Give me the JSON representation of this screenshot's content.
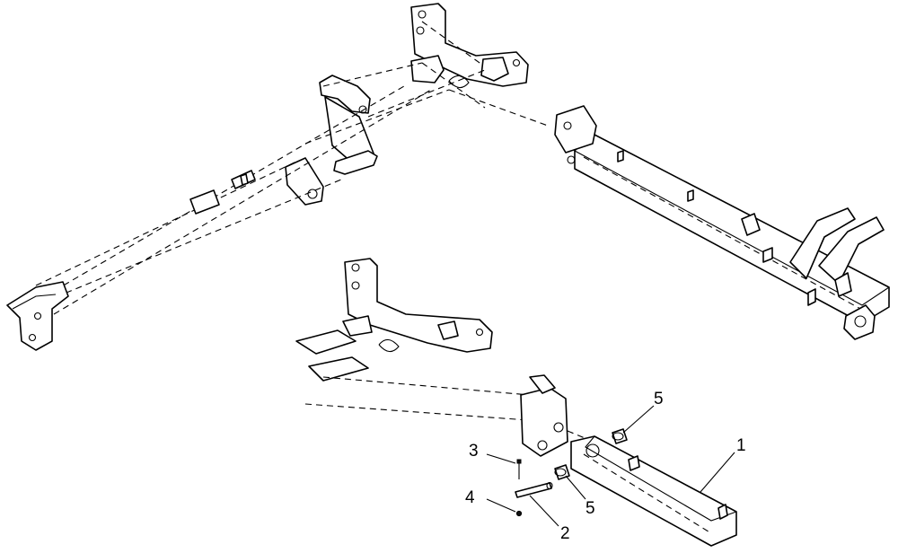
{
  "callouts": [
    {
      "id": "c1",
      "label": "1"
    },
    {
      "id": "c2",
      "label": "2"
    },
    {
      "id": "c3",
      "label": "3"
    },
    {
      "id": "c4",
      "label": "4"
    },
    {
      "id": "c5a",
      "label": "5"
    },
    {
      "id": "c5b",
      "label": "5"
    }
  ]
}
